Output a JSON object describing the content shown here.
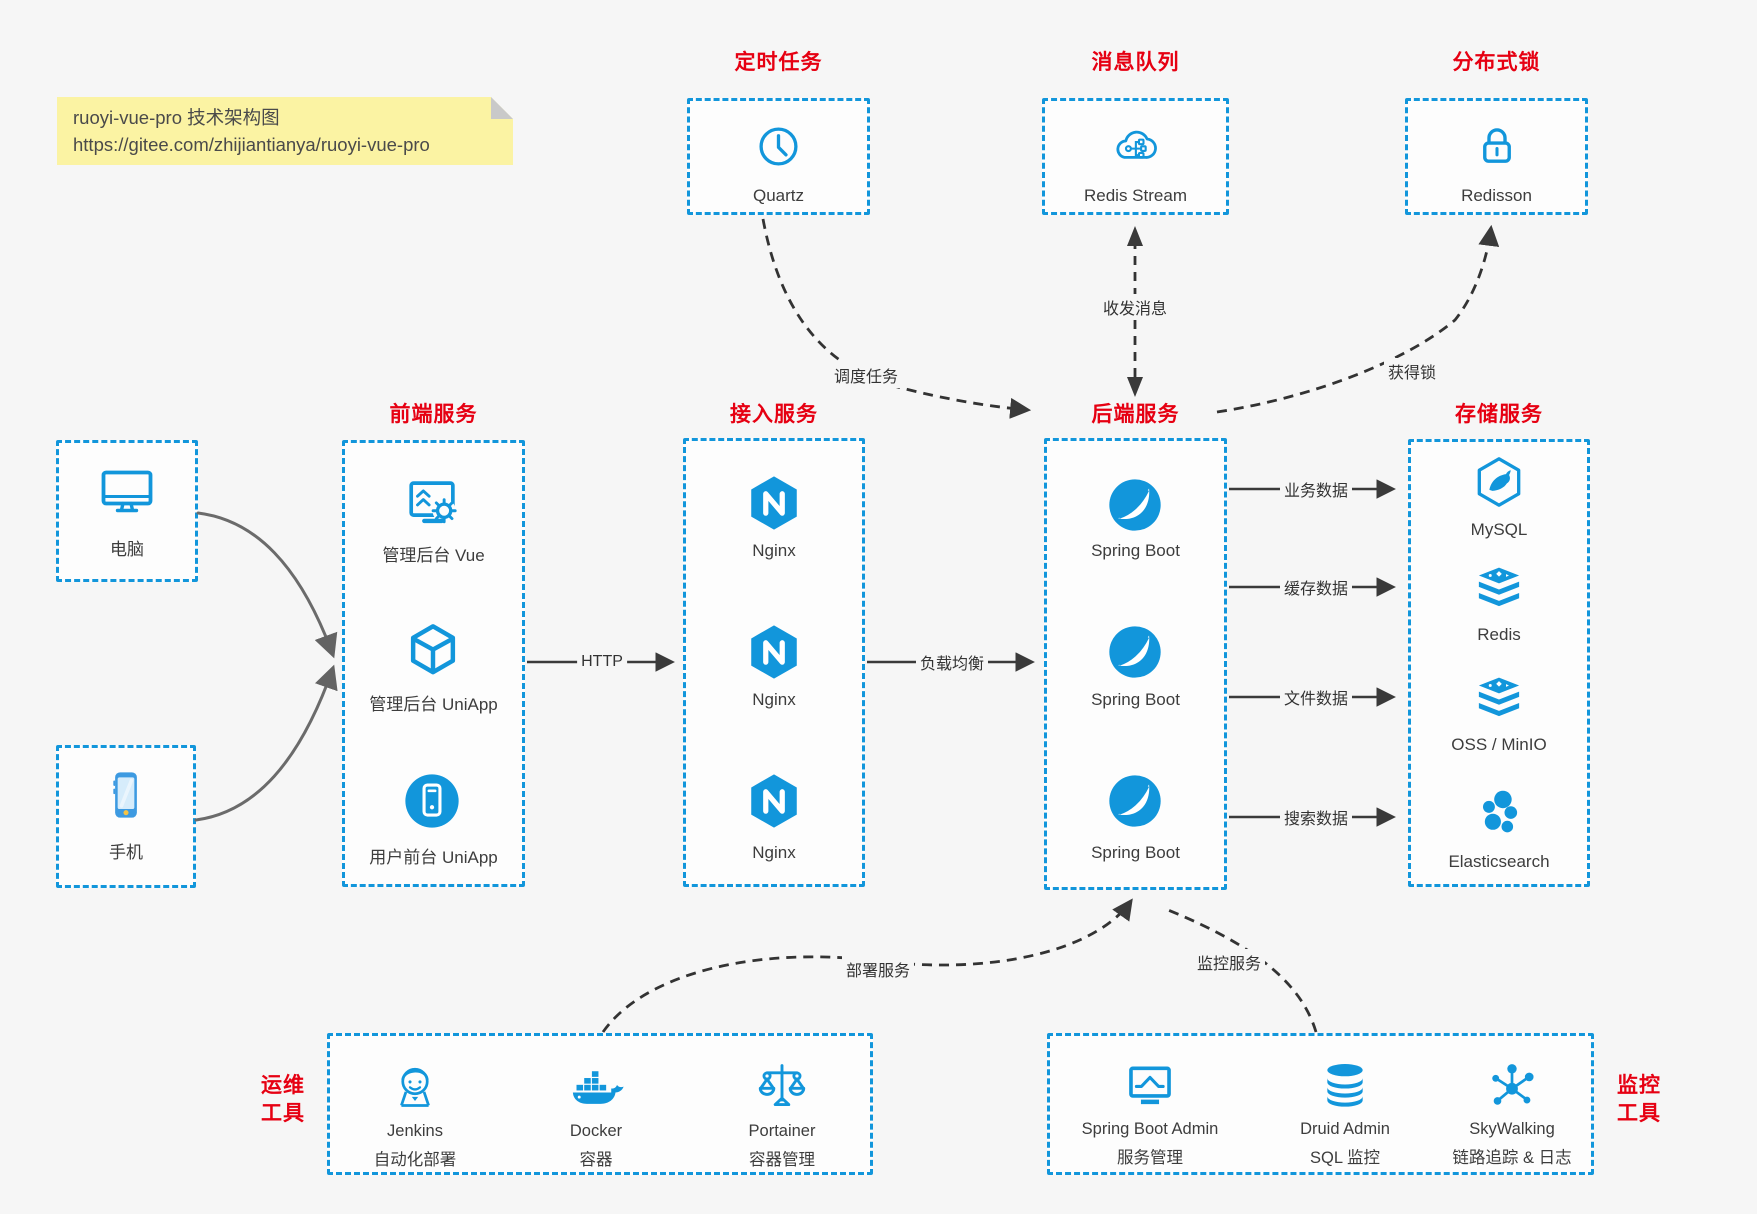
{
  "note": {
    "line1": "ruoyi-vue-pro 技术架构图",
    "line2": "https://gitee.com/zhijiantianya/ruoyi-vue-pro"
  },
  "colors": {
    "accent_blue": "#1296db",
    "title_red": "#e60012",
    "note_bg": "#fbf3a3",
    "canvas_bg": "#f6f6f6"
  },
  "top_services": [
    {
      "title": "定时任务",
      "item": "Quartz",
      "icon": "clock-icon"
    },
    {
      "title": "消息队列",
      "item": "Redis Stream",
      "icon": "cloud-network-icon"
    },
    {
      "title": "分布式锁",
      "item": "Redisson",
      "icon": "lock-icon"
    }
  ],
  "clients": [
    {
      "label": "电脑",
      "icon": "computer-icon"
    },
    {
      "label": "手机",
      "icon": "smartphone-icon"
    }
  ],
  "columns": {
    "frontend": {
      "title": "前端服务",
      "items": [
        "管理后台 Vue",
        "管理后台 UniApp",
        "用户前台 UniApp"
      ]
    },
    "gateway": {
      "title": "接入服务",
      "items": [
        "Nginx",
        "Nginx",
        "Nginx"
      ]
    },
    "backend": {
      "title": "后端服务",
      "items": [
        "Spring Boot",
        "Spring Boot",
        "Spring Boot"
      ]
    },
    "storage": {
      "title": "存储服务",
      "items": [
        "MySQL",
        "Redis",
        "OSS / MinIO",
        "Elasticsearch"
      ]
    }
  },
  "edges": {
    "http": "HTTP",
    "load_balance": "负载均衡",
    "business_data": "业务数据",
    "cache_data": "缓存数据",
    "file_data": "文件数据",
    "search_data": "搜索数据",
    "schedule_task": "调度任务",
    "send_receive_msg": "收发消息",
    "acquire_lock": "获得锁",
    "deploy_service": "部署服务",
    "monitor_service": "监控服务"
  },
  "ops_tools": {
    "title_line1": "运维",
    "title_line2": "工具",
    "items": [
      {
        "name": "Jenkins",
        "desc": "自动化部署"
      },
      {
        "name": "Docker",
        "desc": "容器"
      },
      {
        "name": "Portainer",
        "desc": "容器管理"
      }
    ]
  },
  "monitor_tools": {
    "title_line1": "监控",
    "title_line2": "工具",
    "items": [
      {
        "name": "Spring Boot Admin",
        "desc": "服务管理"
      },
      {
        "name": "Druid Admin",
        "desc": "SQL 监控"
      },
      {
        "name": "SkyWalking",
        "desc": "链路追踪 & 日志"
      }
    ]
  }
}
